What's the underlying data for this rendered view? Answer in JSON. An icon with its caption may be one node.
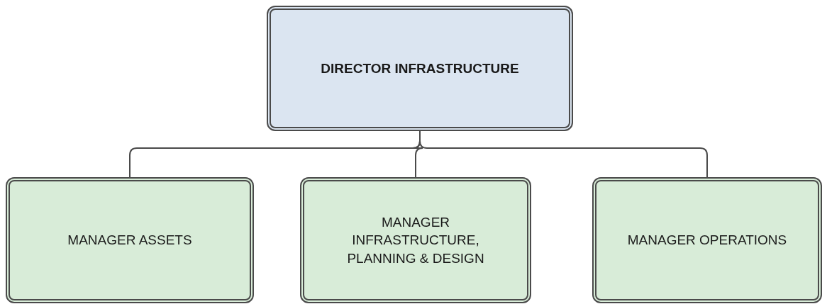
{
  "diagram": {
    "nodes": [
      {
        "text": [
          "DIRECTOR INFRASTRUCTURE"
        ]
      },
      {
        "text": [
          "MANAGER ASSETS"
        ]
      },
      {
        "text": [
          "MANAGER INFRASTRUCTURE, PLANNING & DESIGN"
        ]
      },
      {
        "text": [
          "MANAGER OPERATIONS"
        ]
      }
    ],
    "edges": [
      {
        "from": 0,
        "to": 1,
        "arrow": "none"
      },
      {
        "from": 0,
        "to": 2,
        "arrow": "none"
      },
      {
        "from": 0,
        "to": 3,
        "arrow": "none"
      }
    ]
  }
}
